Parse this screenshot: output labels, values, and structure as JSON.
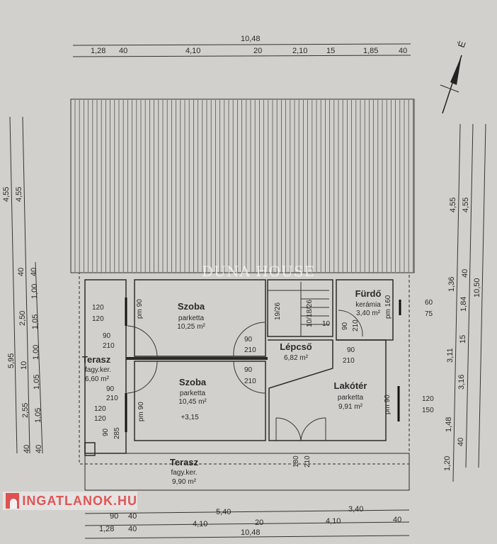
{
  "dimensions": {
    "top_total": "10,48",
    "top_chain": [
      "1,28",
      "40",
      "4,10",
      "20",
      "2,10",
      "15",
      "1,85",
      "40"
    ],
    "bottom_chain_1": [
      "90",
      "40",
      "5,40",
      "3,40"
    ],
    "bottom_chain_2": [
      "1,28",
      "40",
      "4,10",
      "20",
      "4,10",
      "40"
    ],
    "bottom_total": "10,48",
    "left_outer": [
      "4,55",
      "5,95"
    ],
    "left_middle": [
      "4,55",
      "40",
      "2,50",
      "10",
      "2,55",
      "40"
    ],
    "left_inner": [
      "40",
      "1,00",
      "1,05",
      "1,00",
      "1,05",
      "1,05",
      "40"
    ],
    "right_inner": [
      "4,55",
      "1,36",
      "3,11",
      "1,48",
      "1,20"
    ],
    "right_middle": [
      "4,55",
      "40",
      "1,84",
      "15",
      "3,16",
      "40"
    ],
    "right_outer": [
      "10,50"
    ]
  },
  "rooms": [
    {
      "name": "Szoba",
      "floor": "parketta",
      "area": "10,25 m²"
    },
    {
      "name": "Szoba",
      "floor": "parketta",
      "area": "10,45 m²"
    },
    {
      "name": "Lépcső",
      "area": "6,82 m²"
    },
    {
      "name": "Fürdő",
      "floor": "kerámia",
      "area": "3,40 m²"
    },
    {
      "name": "Lakótér",
      "floor": "parketta",
      "area": "9,91 m²"
    },
    {
      "name": "Terasz",
      "floor": "fagy.ker.",
      "area": "6,60 m²"
    },
    {
      "name": "Terasz",
      "floor": "fagy.ker.",
      "area": "9,90 m²"
    }
  ],
  "openings": {
    "w1": [
      "120",
      "120"
    ],
    "d1": [
      "90",
      "210"
    ],
    "d2": [
      "90",
      "210"
    ],
    "w2": [
      "120",
      "120"
    ],
    "d3": [
      "90",
      "210"
    ],
    "d4": [
      "90",
      "210"
    ],
    "bath_door": [
      "90",
      "210"
    ],
    "living_door": [
      "90",
      "210"
    ],
    "bath_window": [
      "60",
      "75"
    ],
    "living_window": [
      "120",
      "150"
    ],
    "entry": [
      "180",
      "210"
    ],
    "pm1": "pm 90",
    "pm2": "pm 90",
    "pm3": "pm 160",
    "pm4": "pm 90",
    "terrace_side": [
      "90",
      "285"
    ],
    "stairs": [
      "19/26",
      "10/18/26",
      "10"
    ],
    "level": "+3,15"
  },
  "watermarks": {
    "duna": "DUNA HOUSE",
    "ingatlanok": "INGATLANOK.HU"
  },
  "north": "É"
}
